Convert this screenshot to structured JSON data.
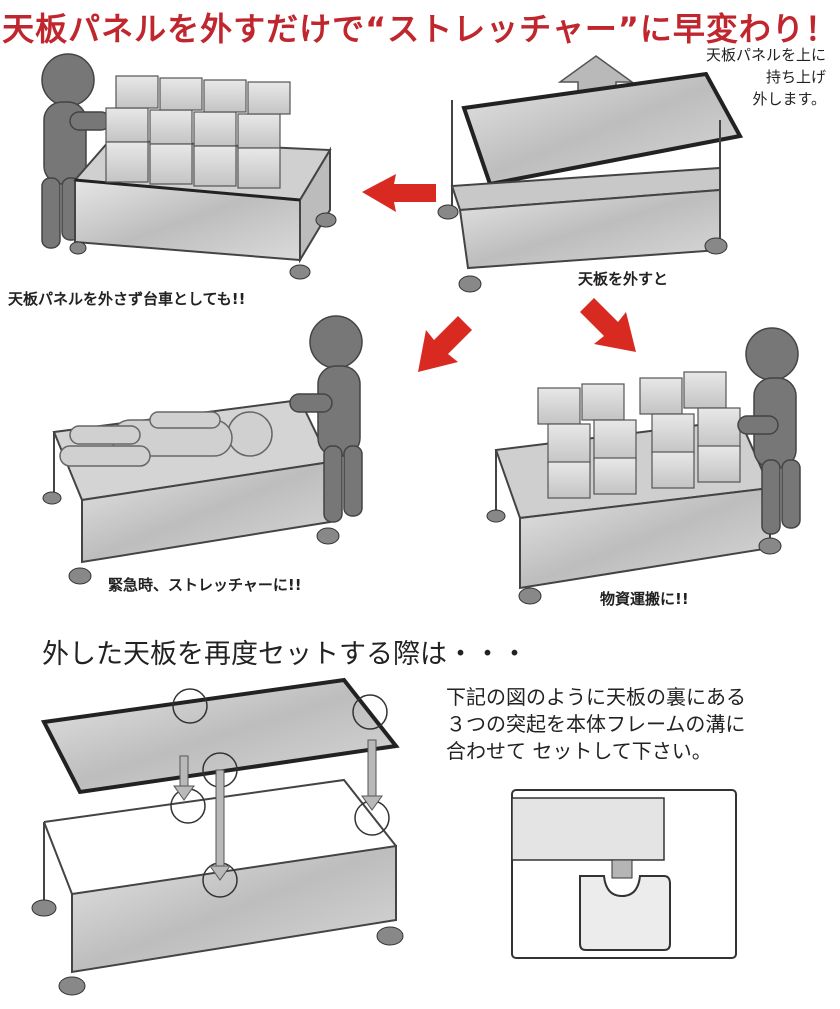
{
  "title": "天板パネルを外すだけで“ストレッチャー”に早変わり！",
  "colors": {
    "title": "#c0262d",
    "arrow_red": "#d92a22",
    "arrow_grey": "#b9b9b9",
    "figure": "#777777",
    "panel": "#cfcfcf"
  },
  "callout_lift": [
    "天板パネルを上に",
    "持ち上げ",
    "外します。"
  ],
  "captions": {
    "without_removal": "天板パネルを外さず台車としても!!",
    "when_removed": "天板を外すと",
    "emergency": "緊急時、ストレッチャーに!!",
    "transport": "物資運搬に!!"
  },
  "section_heading": "外した天板を再度セットする際は・・・",
  "instruction_lines": [
    "下記の図のように天板の裏にある",
    "３つの突起を本体フレームの溝に",
    "合わせて セットして下さい。"
  ]
}
